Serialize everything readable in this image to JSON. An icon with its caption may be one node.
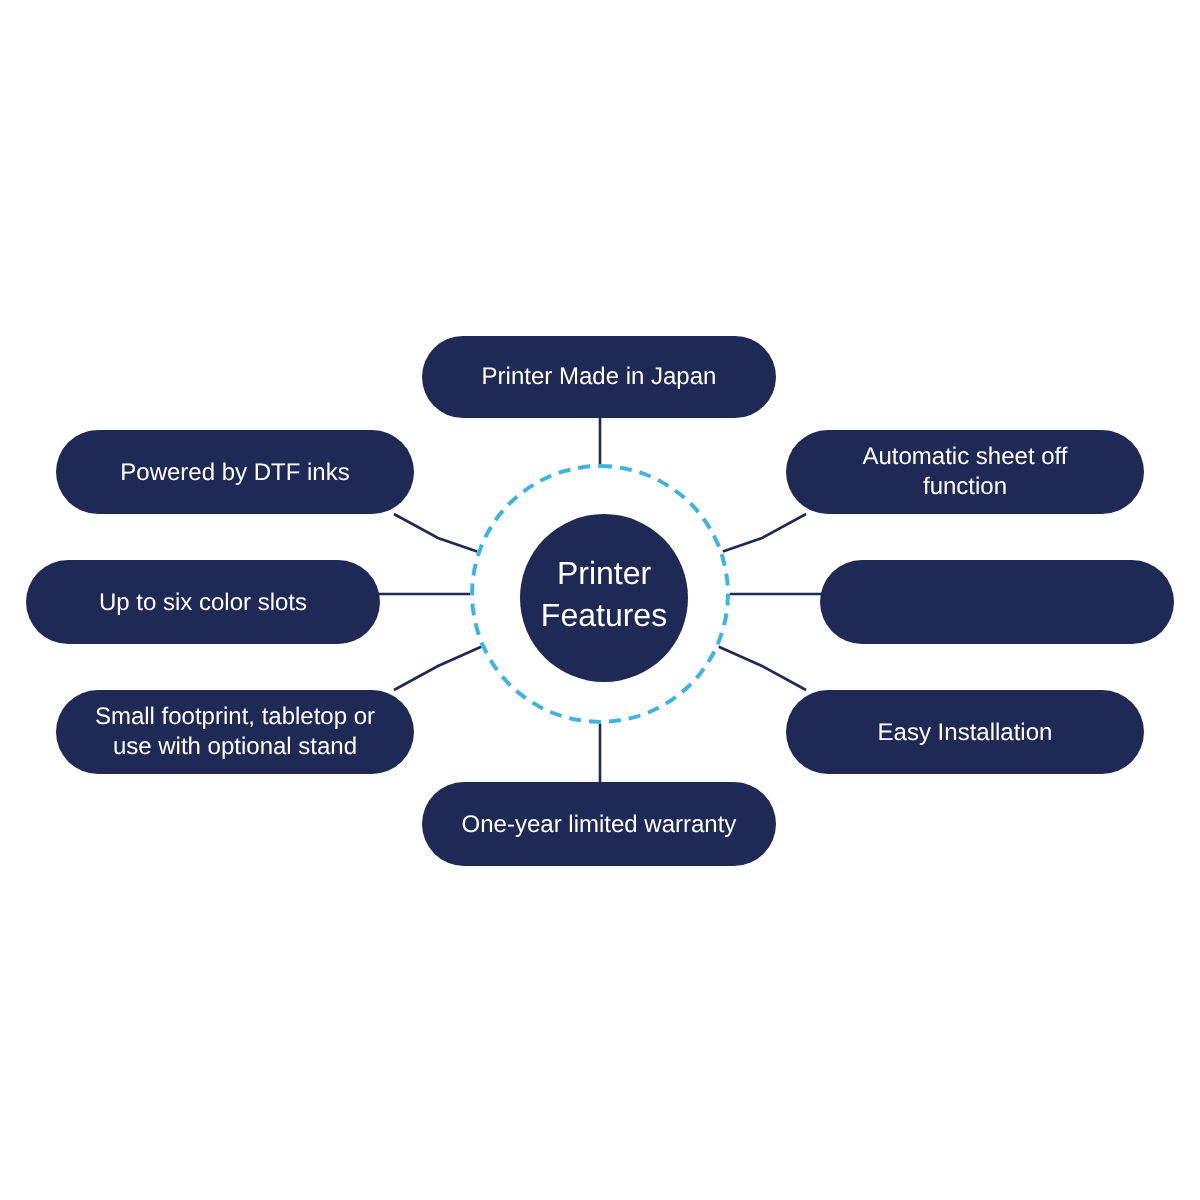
{
  "diagram": {
    "nodes": [
      {
        "text": [],
        "shape": "circle"
      },
      {
        "text": [
          "Printer Features"
        ],
        "in": 0
      },
      {
        "text": [
          "Printer Made in Japan"
        ]
      },
      {
        "text": [
          "Powered by DTF inks"
        ]
      },
      {
        "text": [
          "Automatic sheet off function"
        ]
      },
      {
        "text": [
          "Up to six color slots"
        ]
      },
      {
        "text": [],
        "shape": "box"
      },
      {
        "text": [
          "Small footprint, tabletop or use with optional stand"
        ]
      },
      {
        "text": [
          "Easy Installation"
        ]
      },
      {
        "text": [
          "One-year limited warranty"
        ]
      }
    ],
    "edges": [
      {
        "from": 0,
        "to": 2,
        "arrow": "none"
      },
      {
        "from": 0,
        "to": 3,
        "arrow": "none"
      },
      {
        "from": 0,
        "to": 4,
        "arrow": "none"
      },
      {
        "from": 0,
        "to": 5,
        "arrow": "none"
      },
      {
        "from": 0,
        "to": 6,
        "arrow": "none"
      },
      {
        "from": 0,
        "to": 7,
        "arrow": "none"
      },
      {
        "from": 0,
        "to": 8,
        "arrow": "none"
      },
      {
        "from": 0,
        "to": 9,
        "arrow": "none"
      }
    ]
  }
}
